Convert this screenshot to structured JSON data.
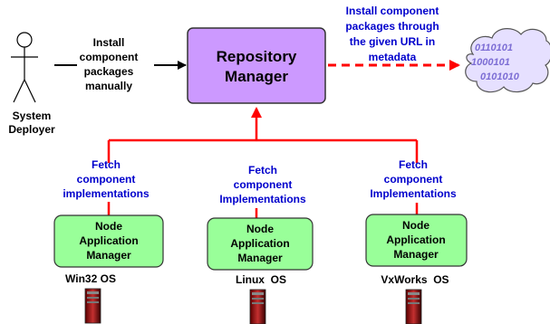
{
  "actor": {
    "name_line1": "System",
    "name_line2": "Deployer",
    "action_lines": [
      "Install",
      "component",
      "packages",
      "manually"
    ]
  },
  "repository_manager": {
    "line1": "Repository",
    "line2": "Manager",
    "fill": "#cc99ff"
  },
  "url_install": {
    "lines": [
      "Install component",
      "packages through",
      "the given URL in",
      "metadata"
    ],
    "color": "#0000cc"
  },
  "cloud": {
    "binary_lines": [
      "0110101",
      "1000101",
      "0101010"
    ]
  },
  "nodes": [
    {
      "fetch_lines": [
        "Fetch",
        "component",
        "implementations"
      ],
      "box_lines": [
        "Node",
        "Application",
        "Manager"
      ],
      "os_label": "Win32 OS"
    },
    {
      "fetch_lines": [
        "Fetch",
        "component",
        "Implementations"
      ],
      "box_lines": [
        "Node",
        "Application",
        "Manager"
      ],
      "os_label": "Linux  OS"
    },
    {
      "fetch_lines": [
        "Fetch",
        "component",
        "Implementations"
      ],
      "box_lines": [
        "Node",
        "Application",
        "Manager"
      ],
      "os_label": "VxWorks  OS"
    }
  ],
  "colors": {
    "node_fill": "#99ff99",
    "fetch_arrow": "#ff0000",
    "fetch_text": "#0000cc"
  }
}
